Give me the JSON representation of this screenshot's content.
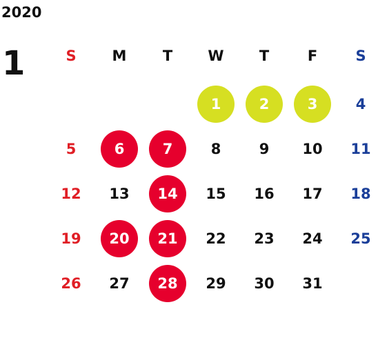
{
  "year": "2020",
  "month": "1",
  "weekdays": [
    "S",
    "M",
    "T",
    "W",
    "T",
    "F",
    "S"
  ],
  "first_weekday_index": 3,
  "days_in_month": 31,
  "highlight_days": {
    "green": [
      1,
      2,
      3
    ],
    "red": [
      6,
      7,
      14,
      20,
      21,
      28
    ]
  },
  "colors": {
    "text": "#111111",
    "sunday": "#e01f26",
    "saturday": "#1b3f99",
    "holiday_circle": "#e6002d",
    "green_circle": "#d6df22",
    "circle_text": "#ffffff"
  }
}
